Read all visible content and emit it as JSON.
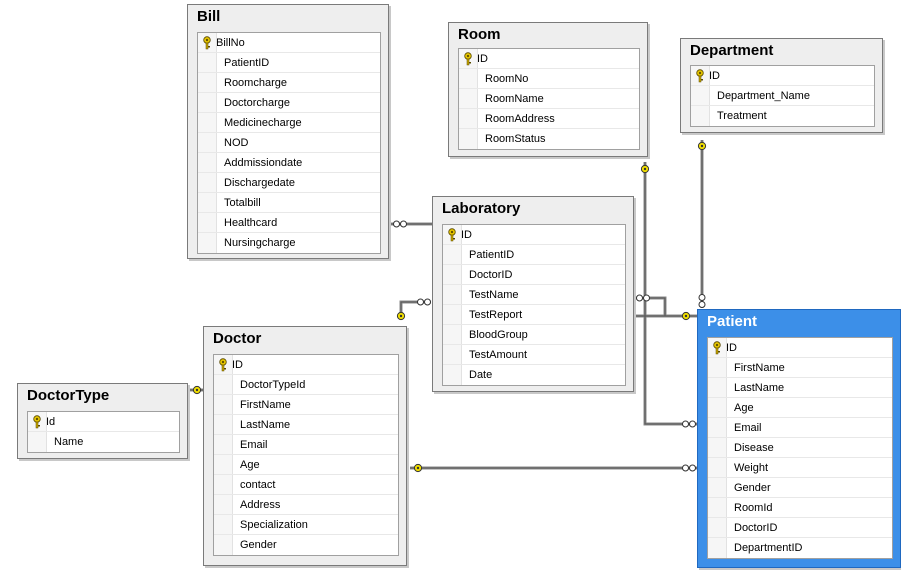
{
  "tables": {
    "bill": {
      "title": "Bill",
      "pk": "BillNo",
      "columns": [
        "PatientID",
        "Roomcharge",
        "Doctorcharge",
        "Medicinecharge",
        "NOD",
        "Addmissiondate",
        "Dischargedate",
        "Totalbill",
        "Healthcard",
        "Nursingcharge"
      ]
    },
    "room": {
      "title": "Room",
      "pk": "ID",
      "columns": [
        "RoomNo",
        "RoomName",
        "RoomAddress",
        "RoomStatus"
      ]
    },
    "department": {
      "title": "Department",
      "pk": "ID",
      "columns": [
        "Department_Name",
        "Treatment"
      ]
    },
    "laboratory": {
      "title": "Laboratory",
      "pk": "ID",
      "columns": [
        "PatientID",
        "DoctorID",
        "TestName",
        "TestReport",
        "BloodGroup",
        "TestAmount",
        "Date"
      ]
    },
    "doctor": {
      "title": "Doctor",
      "pk": "ID",
      "columns": [
        "DoctorTypeId",
        "FirstName",
        "LastName",
        "Email",
        "Age",
        "contact",
        "Address",
        "Specialization",
        "Gender"
      ]
    },
    "doctortype": {
      "title": "DoctorType",
      "pk": "Id",
      "columns": [
        "Name"
      ]
    },
    "patient": {
      "title": "Patient",
      "pk": "ID",
      "columns": [
        "FirstName",
        "LastName",
        "Age",
        "Email",
        "Disease",
        "Weight",
        "Gender",
        "RoomId",
        "DoctorID",
        "DepartmentID"
      ]
    }
  },
  "colors": {
    "selected_table": "#3c8fe8",
    "key_icon": "#e2c200",
    "relationship_line": "#8a8a8a"
  },
  "selected_table": "Patient"
}
